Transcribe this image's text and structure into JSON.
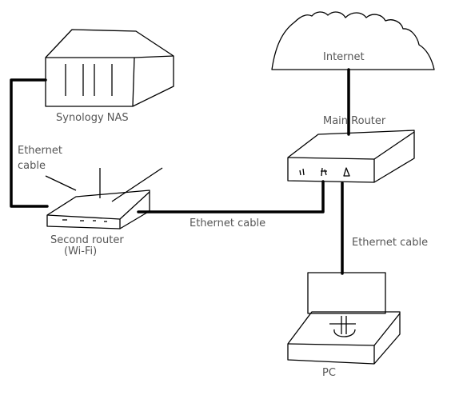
{
  "labels": {
    "nas": "Synology NAS",
    "internet": "Internet",
    "main_router": "Main Router",
    "nas_cable_line1": "Ethernet",
    "nas_cable_line2": "cable",
    "second_router_line1": "Second router",
    "second_router_line2": "(Wi-Fi)",
    "router_link_cable": "Ethernet cable",
    "pc_cable": "Ethernet cable",
    "pc": "PC"
  },
  "colors": {
    "ink": "#000000",
    "label": "#555555",
    "background": "#ffffff"
  }
}
